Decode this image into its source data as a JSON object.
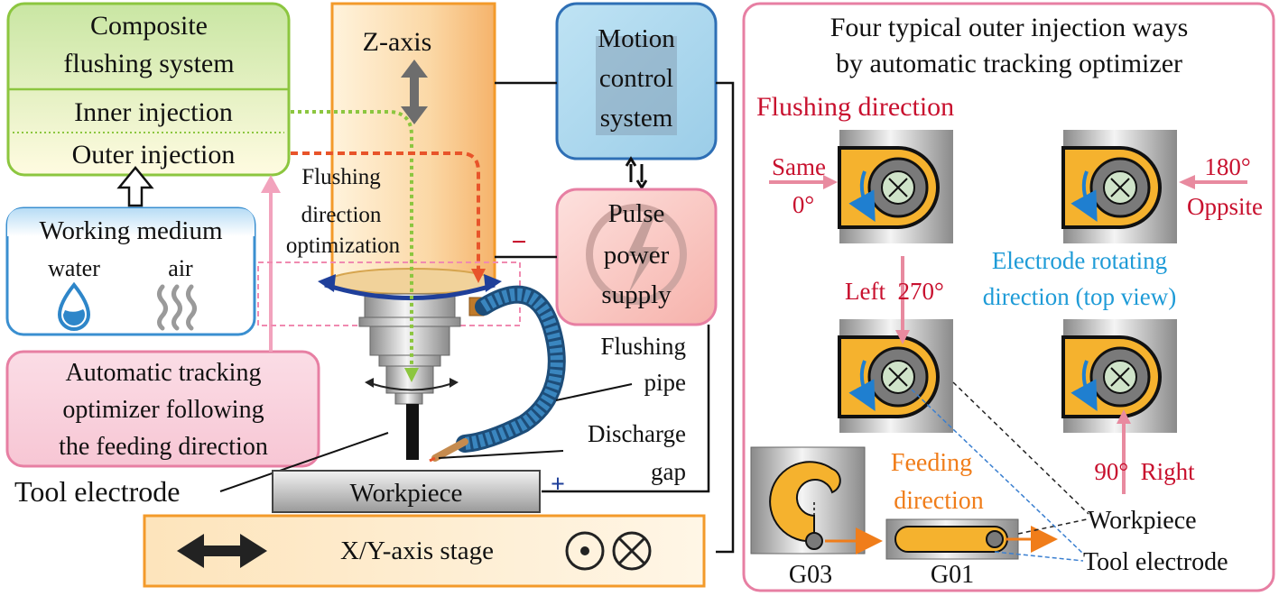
{
  "left_panel": {
    "composite_title_line1": "Composite",
    "composite_title_line2": "flushing system",
    "inner_injection": "Inner injection",
    "outer_injection": "Outer injection",
    "working_medium_title": "Working medium",
    "water": "water",
    "air": "air",
    "tracking_line1": "Automatic tracking",
    "tracking_line2": "optimizer following",
    "tracking_line3": "the feeding direction",
    "tool_electrode": "Tool electrode"
  },
  "center": {
    "z_axis": "Z-axis",
    "flushing_opt_line1": "Flushing",
    "flushing_opt_line2": "direction",
    "flushing_opt_line3": "optimization",
    "motion_line1": "Motion",
    "motion_line2": "control",
    "motion_line3": "system",
    "pulse_line1": "Pulse",
    "pulse_line2": "power",
    "pulse_line3": "supply",
    "minus": "−",
    "plus": "+",
    "flushing_pipe_line1": "Flushing",
    "flushing_pipe_line2": "pipe",
    "discharge_line1": "Discharge",
    "discharge_line2": "gap",
    "workpiece": "Workpiece",
    "stage": "X/Y-axis stage"
  },
  "right_panel": {
    "title_line1": "Four typical outer injection ways",
    "title_line2": "by automatic tracking optimizer",
    "flushing_direction": "Flushing direction",
    "same": "Same",
    "zero": "0°",
    "one_eighty": "180°",
    "oppsite": "Oppsite",
    "left_270": "Left  270°",
    "rot_line1": "Electrode rotating",
    "rot_line2": "direction (top view)",
    "ninety_right": "90°  Right",
    "feeding_line1": "Feeding",
    "feeding_line2": "direction",
    "g03": "G03",
    "g01": "G01",
    "workpiece": "Workpiece",
    "tool_electrode": "Tool electrode"
  },
  "colors": {
    "green_frame": "#8cc63f",
    "blue_frame": "#3a8fd0",
    "pink_frame": "#e77fa3",
    "orange": "#f39a2a",
    "red_label": "#c8102e",
    "cyan_label": "#1e9bd7",
    "feeding_orange": "#f07d1a"
  }
}
